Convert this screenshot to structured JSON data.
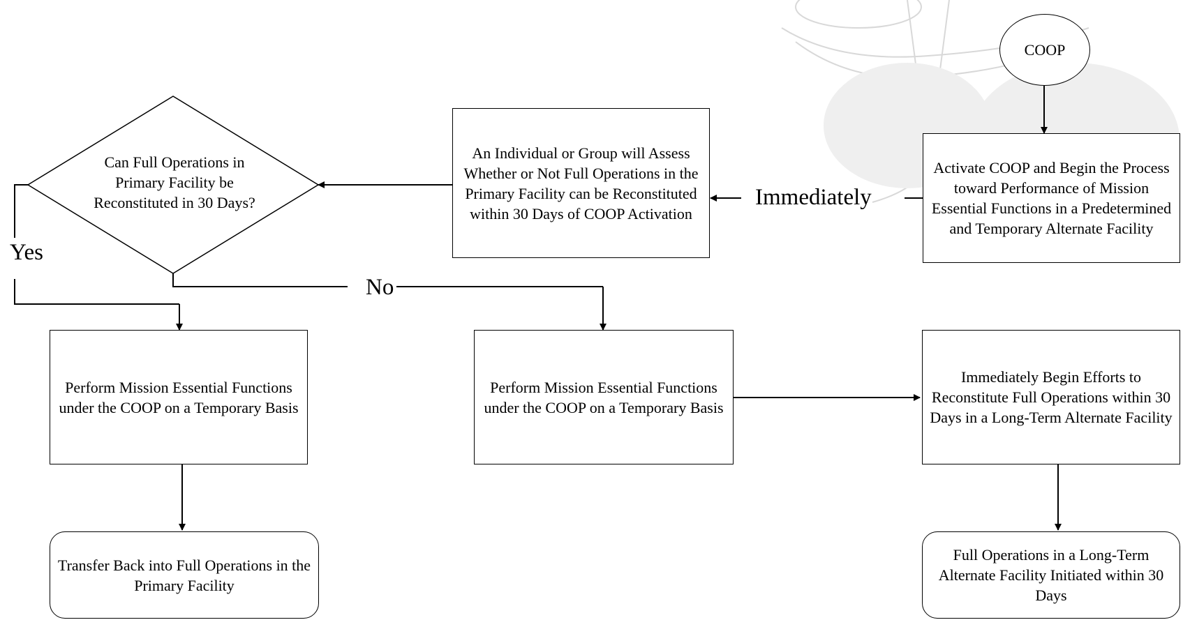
{
  "start": "COOP",
  "activate": "Activate COOP and Begin the Process toward Performance of Mission Essential Functions in a Predetermined and Temporary Alternate Facility",
  "immediately_label": "Immediately",
  "assess": "An Individual or Group will Assess Whether or Not Full Operations in the Primary Facility can be Reconstituted within 30 Days of COOP Activation",
  "decision": "Can Full Operations in Primary Facility be Reconstituted in 30 Days?",
  "yes_label": "Yes",
  "no_label": "No",
  "perform_left": "Perform Mission Essential Functions under the COOP on a Temporary Basis",
  "perform_right": "Perform Mission Essential Functions under the COOP on a Temporary Basis",
  "reconstitute": "Immediately Begin Efforts to Reconstitute Full Operations within 30 Days in a Long-Term Alternate Facility",
  "transfer_back": "Transfer Back into Full Operations in the Primary Facility",
  "long_term": "Full Operations in a Long-Term Alternate Facility Initiated within 30 Days"
}
